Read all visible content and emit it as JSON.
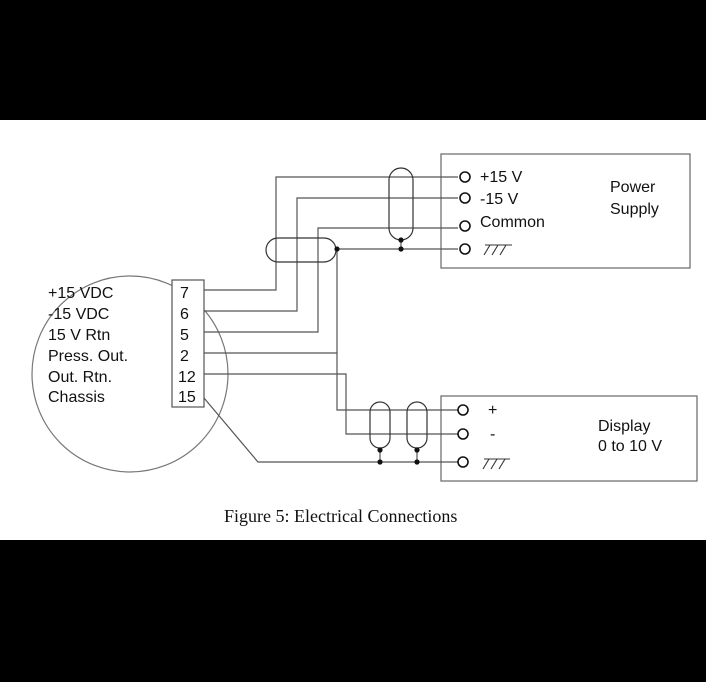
{
  "diagram": {
    "caption": "Figure 5:  Electrical Connections",
    "sensor": {
      "labels": [
        "+15 VDC",
        "-15 VDC",
        "15 V Rtn",
        "Press. Out.",
        "Out. Rtn.",
        "Chassis"
      ],
      "pins": [
        "7",
        "6",
        "5",
        "2",
        "12",
        "15"
      ]
    },
    "power_supply": {
      "title_line1": "Power",
      "title_line2": "Supply",
      "terminals": [
        "+15 V",
        "-15 V",
        "Common",
        ""
      ]
    },
    "display": {
      "title_line1": "Display",
      "title_line2": "0 to 10 V",
      "terminals": [
        "+",
        "-",
        ""
      ]
    }
  }
}
